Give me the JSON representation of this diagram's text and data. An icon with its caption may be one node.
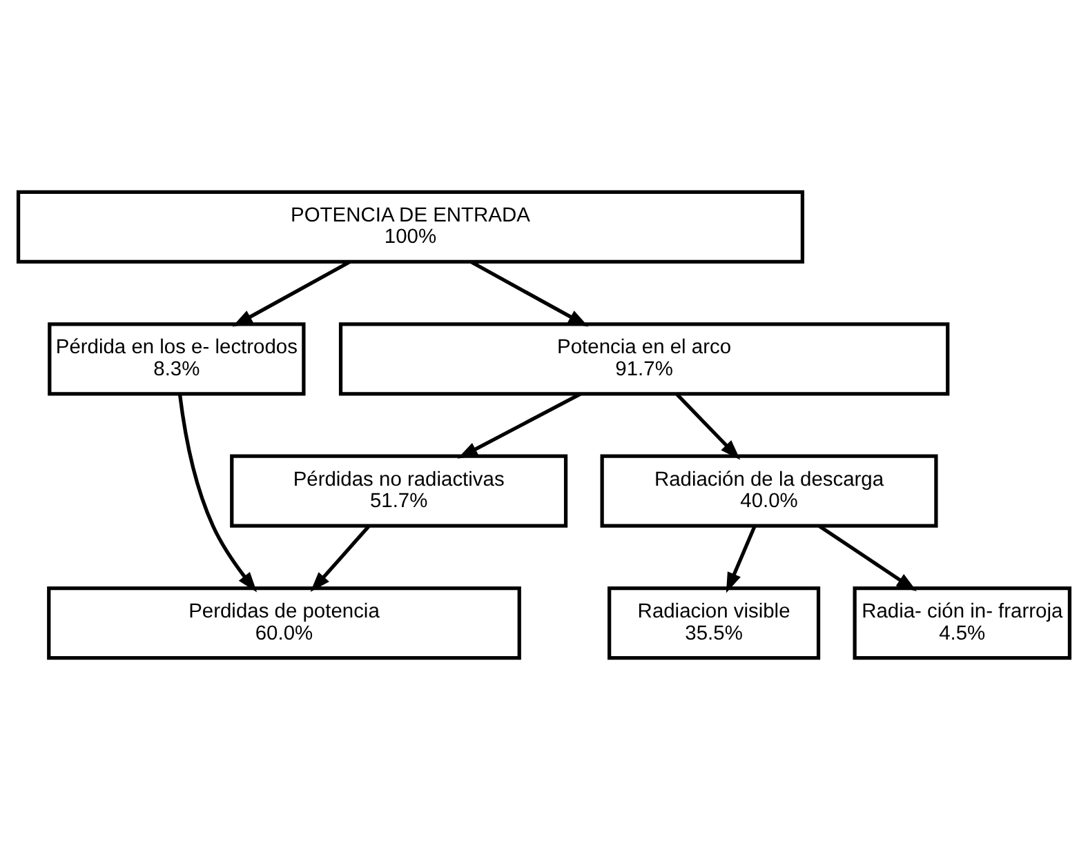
{
  "diagram": {
    "nodes": [
      {
        "text": [
          "POTENCIA DE ENTRADA",
          "100%"
        ]
      },
      {
        "text": [
          "Pérdida en los e- lectrodos",
          "8.3%"
        ]
      },
      {
        "text": [
          "Potencia en el arco",
          "91.7%"
        ]
      },
      {
        "text": [
          "Pérdidas no radiactivas",
          "51.7%"
        ]
      },
      {
        "text": [
          "Radiación de la descarga",
          "40.0%"
        ]
      },
      {
        "text": [
          "Perdidas de potencia",
          "60.0%"
        ]
      },
      {
        "text": [
          "Radiacion visible",
          "35.5%"
        ]
      },
      {
        "text": [
          "Radia- ción in- frarroja",
          "4.5%"
        ]
      }
    ],
    "edges": [
      {
        "from": 0,
        "to": 1,
        "arrow": "to"
      },
      {
        "from": 0,
        "to": 2,
        "arrow": "to"
      },
      {
        "from": 2,
        "to": 3,
        "arrow": "to"
      },
      {
        "from": 2,
        "to": 4,
        "arrow": "to"
      },
      {
        "from": 1,
        "to": 5,
        "arrow": "to"
      },
      {
        "from": 3,
        "to": 5,
        "arrow": "to"
      },
      {
        "from": 4,
        "to": 6,
        "arrow": "to"
      },
      {
        "from": 4,
        "to": 7,
        "arrow": "to"
      }
    ]
  }
}
